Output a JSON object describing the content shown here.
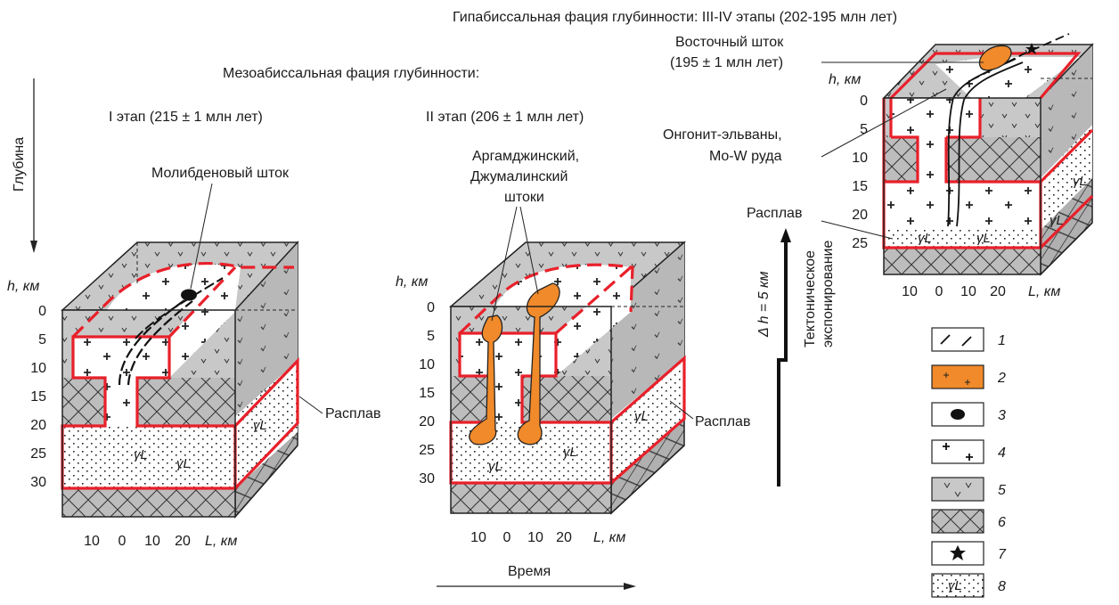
{
  "titles": {
    "top": "Гипабиссальная фация глубинности: III-IV этапы (202-195 млн лет)",
    "meso": "Мезоабиссальная фация глубинности:",
    "stage1": "I этап (215 ± 1 млн лет)",
    "stage2": "II этап (206 ± 1 млн лет)"
  },
  "axes": {
    "depth": "Глубина",
    "time": "Время",
    "h_label": "h, км",
    "h_ticks_long": [
      "0",
      "5",
      "10",
      "15",
      "20",
      "25",
      "30"
    ],
    "h_ticks_short": [
      "0",
      "5",
      "10",
      "15",
      "20",
      "25"
    ],
    "l_ticks": [
      "10",
      "0",
      "10",
      "20"
    ],
    "l_label": "L, км"
  },
  "labels": {
    "molybdenum": "Молибденовый шток",
    "stocks_line1": "Аргамджинский,",
    "stocks_line2": "Джумалинский",
    "stocks_line3": "штоки",
    "melt": "Расплав",
    "east_line1": "Восточный шток",
    "east_line2": "(195 ± 1 млн лет)",
    "ongonite_line1": "Онгонит-эльваны,",
    "ongonite_line2": "Mo-W руда",
    "exhumation_line1": "Тектоническое",
    "exhumation_line2": "экспонирование",
    "delta_h": "Δ h = 5 км",
    "gamma": "γL"
  },
  "legend": [
    {
      "num": "1",
      "pattern": "lines"
    },
    {
      "num": "2",
      "pattern": "orange-cross"
    },
    {
      "num": "3",
      "pattern": "dot"
    },
    {
      "num": "4",
      "pattern": "plus"
    },
    {
      "num": "5",
      "pattern": "gray-v"
    },
    {
      "num": "6",
      "pattern": "crosshatch"
    },
    {
      "num": "7",
      "pattern": "star"
    },
    {
      "num": "8",
      "pattern": "stipple"
    }
  ],
  "colors": {
    "red": "#e8202a",
    "orange": "#f08a2a",
    "gray": "#c8c8c8"
  }
}
